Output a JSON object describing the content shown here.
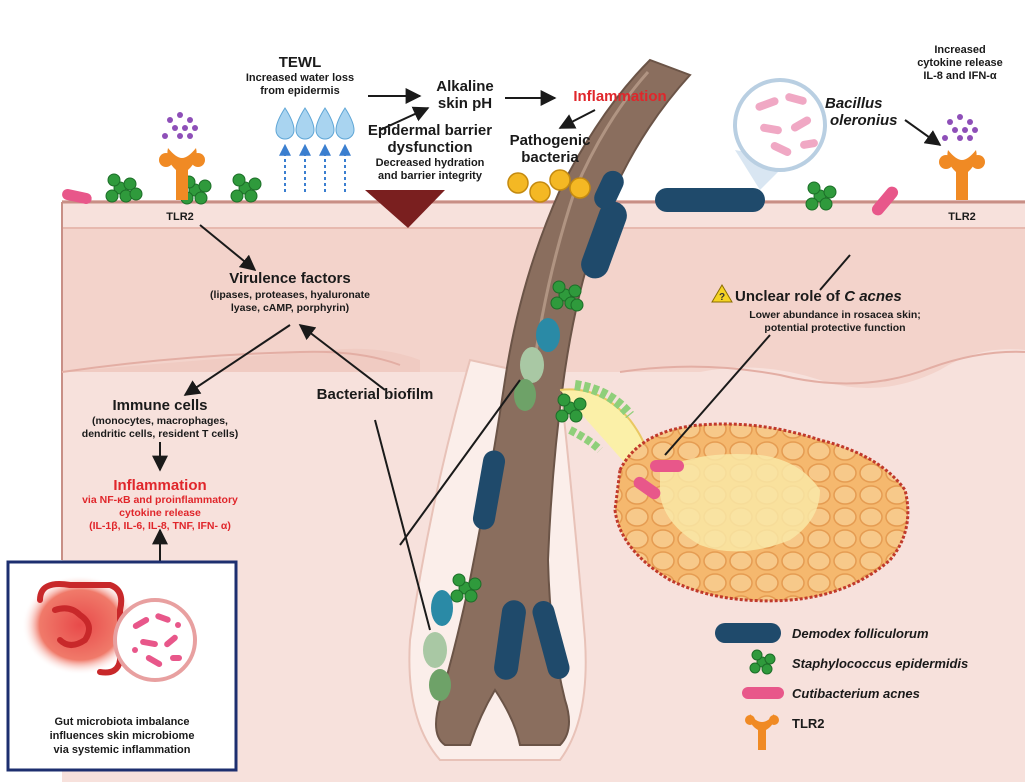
{
  "labels": {
    "tewl_title": "TEWL",
    "tewl_desc_1": "Increased water loss",
    "tewl_desc_2": "from epidermis",
    "alkaline_1": "Alkaline",
    "alkaline_2": "skin pH",
    "inflammation_top": "Inflammation",
    "barrier_title_1": "Epidermal barrier",
    "barrier_title_2": "dysfunction",
    "barrier_desc_1": "Decreased hydration",
    "barrier_desc_2": "and barrier integrity",
    "pathogenic_1": "Pathogenic",
    "pathogenic_2": "bacteria",
    "bacillus_1": "Bacillus",
    "bacillus_2": "oleronius",
    "cytokine_1": "Increased",
    "cytokine_2": "cytokine release",
    "cytokine_3": "IL-8 and IFN-α",
    "tlr2_left": "TLR2",
    "tlr2_right": "TLR2",
    "virulence_title": "Virulence factors",
    "virulence_desc_1": "(lipases, proteases, hyaluronate",
    "virulence_desc_2": "lyase, cAMP, porphyrin)",
    "unclear_prefix": "Unclear role of ",
    "unclear_italic": "C acnes",
    "unclear_desc_1": "Lower abundance in rosacea skin;",
    "unclear_desc_2": "potential protective function",
    "immune_title": "Immune cells",
    "immune_desc_1": "(monocytes, macrophages,",
    "immune_desc_2": "dendritic cells, resident T cells)",
    "biofilm": "Bacterial biofilm",
    "inflam_title": "Inflammation",
    "inflam_desc_1": "via NF-κB and proinflammatory",
    "inflam_desc_2": "cytokine release",
    "inflam_desc_3": "(IL-1β, IL-6, IL-8, TNF, IFN- α)",
    "gut_1": "Gut microbiota imbalance",
    "gut_2": "influences skin microbiome",
    "gut_3": "via systemic inflammation"
  },
  "legend": [
    {
      "label": "Demodex folliculorum",
      "icon": "demodex-icon"
    },
    {
      "label": "Staphylococcus epidermidis",
      "icon": "staph-cluster-icon"
    },
    {
      "label": "Cutibacterium acnes",
      "icon": "c-acnes-rod-icon"
    },
    {
      "label": "TLR2",
      "icon": "tlr2-receptor-icon"
    }
  ],
  "colors": {
    "skin_surface": "#f3d7d0",
    "dermis": "#f7e1dc",
    "hair": "#8a6e5e",
    "demodex": "#1f4a6b",
    "staph": "#2f9a3c",
    "c_acnes": "#e8578a",
    "tlr2": "#f08a24",
    "inflammation_red": "#e0262b",
    "gland": "#f4c27c",
    "gut_box_border": "#1d2f6f"
  }
}
